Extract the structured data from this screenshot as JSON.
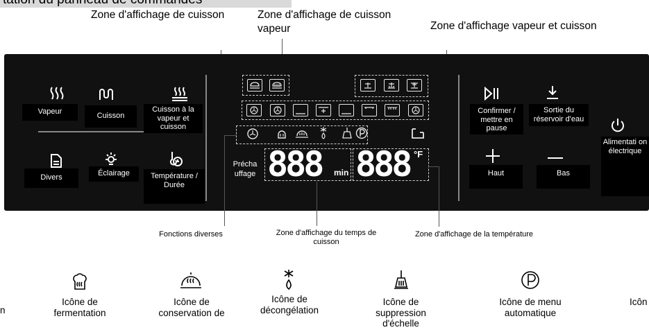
{
  "title_cut": "tation  du panneau de commandes",
  "top_labels": {
    "cuisson": "Zone d'affichage de cuisson",
    "cuisson_vapeur_1": "Zone d'affichage de cuisson",
    "cuisson_vapeur_2": "vapeur",
    "vapeur_cuisson": "Zone d'affichage vapeur et cuisson"
  },
  "left_buttons": {
    "vapeur": "Vapeur",
    "cuisson": "Cuisson",
    "cuisson_vapeur": "Cuisson à la vapeur et cuisson",
    "divers": "Divers",
    "eclairage": "Éclairage",
    "temp_duree": "Température / Durée"
  },
  "display": {
    "prechauffage": "Précha uffage",
    "time_digits": "888",
    "time_unit": "min",
    "temp_digits": "888",
    "temp_unit": "°F"
  },
  "right_buttons": {
    "confirmer": "Confirmer / mettre en pause",
    "sortie": "Sortie du réservoir d'eau",
    "haut": "Haut",
    "bas": "Bas",
    "alimentation": "Alimentati on électrique"
  },
  "below_labels": {
    "fonctions": "Fonctions diverses",
    "temps": "Zone d'affichage du temps de cuisson",
    "temperature": "Zone d'affichage de la température"
  },
  "legend": [
    {
      "label": "Icône de fermentation",
      "icon": "fermentation-icon"
    },
    {
      "label": "Icône de conservation de",
      "icon": "keep-warm-icon"
    },
    {
      "label": "Icône de décongélation",
      "icon": "defrost-icon"
    },
    {
      "label": "Icône de suppression d'échelle",
      "icon": "descale-icon"
    },
    {
      "label": "Icône de menu automatique",
      "icon": "auto-menu-icon"
    }
  ],
  "edge_fragments": {
    "left": "n",
    "right": "Icôn"
  },
  "colors": {
    "panel": "#111111",
    "panel_text": "#ffffff",
    "dash": "#cfcfcf"
  }
}
